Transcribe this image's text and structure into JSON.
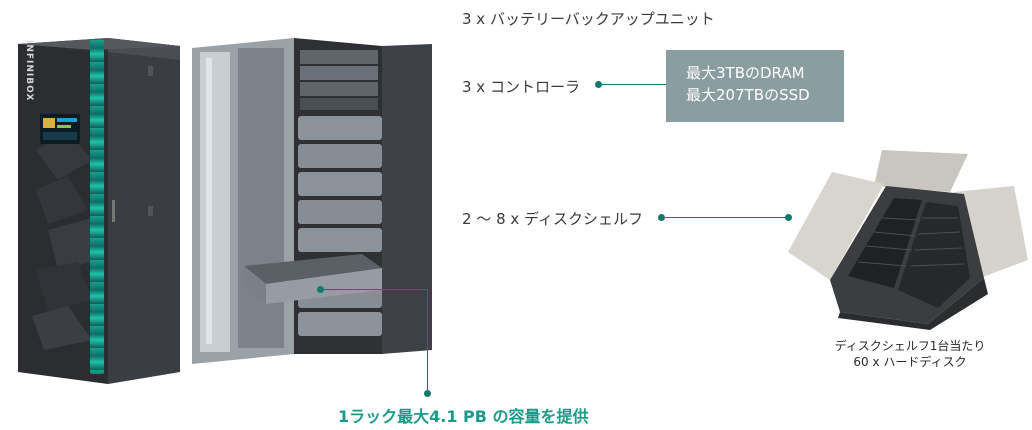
{
  "labels": {
    "battery": "3 x バッテリーバックアップユニット",
    "controller": "3 x コントローラ",
    "shelves": "2 〜 8 x ディスクシェルフ"
  },
  "spec_box": {
    "line1": "最大3TBのDRAM",
    "line2": "最大207TBのSSD"
  },
  "capacity": "1ラック最大4.1 PB の容量を提供",
  "caption": {
    "line1": "ディスクシェルフ1台当たり",
    "line2": "60 x ハードディスク"
  },
  "rack_brand": "INFINIBOX",
  "colors": {
    "accent": "#0e7a6e",
    "capacity_text": "#1b9a8a",
    "spec_box_bg": "#8a9ea2",
    "rack_body": "#2b2d30",
    "rack_strip": "#12a28f"
  }
}
